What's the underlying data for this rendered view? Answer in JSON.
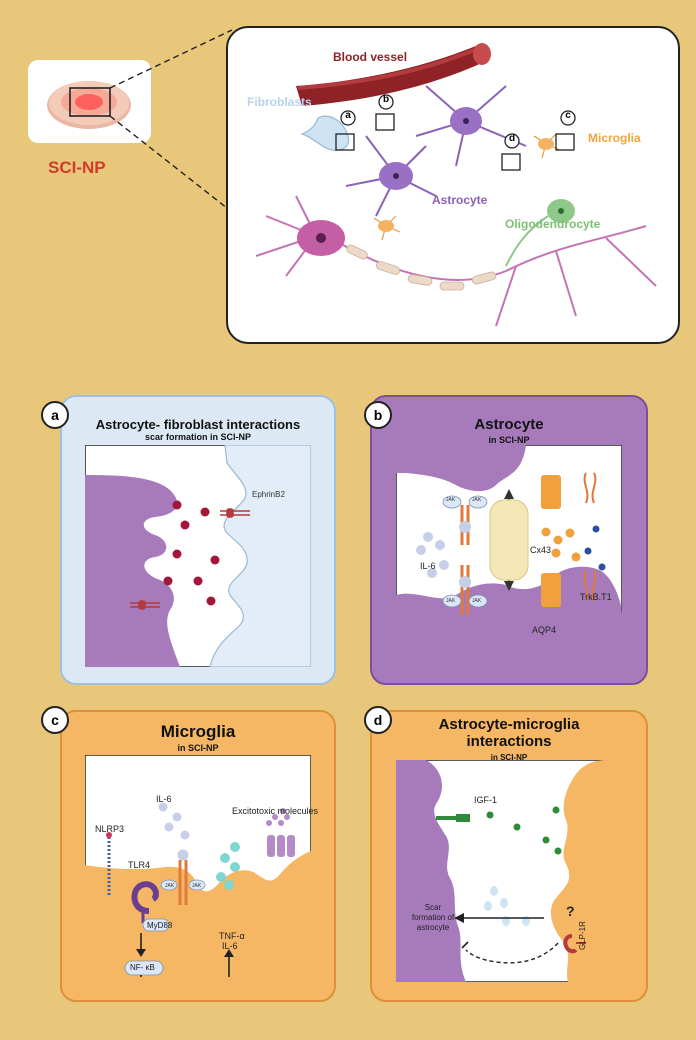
{
  "top": {
    "sci_label": "SCI-NP",
    "labels": {
      "blood_vessel": "Blood vessel",
      "fibroblasts": "Fibroblasts",
      "astrocyte": "Astrocyte",
      "microglia": "Microglia",
      "oligodendrocyte": "Oligodendrocyte"
    },
    "markers": [
      "a",
      "b",
      "c",
      "d"
    ]
  },
  "panel_a": {
    "letter": "a",
    "title": "Astrocyte- fibroblast interactions",
    "subtitle": "scar formation in SCI-NP",
    "ephrin_label": "EphrinB2"
  },
  "panel_b": {
    "letter": "b",
    "title": "Astrocyte",
    "subtitle": "in SCI-NP",
    "labels": {
      "il6": "IL-6",
      "cx43": "Cx43",
      "trkb": "TrkB.T1",
      "aqp4": "AQP4",
      "jak": "JAK"
    }
  },
  "panel_c": {
    "letter": "c",
    "title": "Microglia",
    "subtitle": "in SCI-NP",
    "labels": {
      "il6": "IL-6",
      "excitotoxic": "Excitotoxic molecules",
      "nlrp3": "NLRP3",
      "tlr4": "TLR4",
      "myd88": "MyD88",
      "nfkb": "NF- κB",
      "tnfa": "TNF-α",
      "il6_out": "IL-6",
      "jak": "JAK"
    }
  },
  "panel_d": {
    "letter": "d",
    "title_line1": "Astrocyte-microglia",
    "title_line2": "interactions",
    "subtitle": "in SCI-NP",
    "labels": {
      "igf1": "IGF-1",
      "scar_line1": "Scar",
      "scar_line2": "formation of",
      "scar_line3": "astrocyte",
      "question": "?",
      "glp1r": "GLP-1R"
    }
  },
  "colors": {
    "background": "#e8c77a",
    "astrocyte": "#a77bbb",
    "microglia": "#f2b25f",
    "fibroblast": "#d6e6f5",
    "sci_red": "#d23a2c",
    "vessel": "#8f2226"
  }
}
